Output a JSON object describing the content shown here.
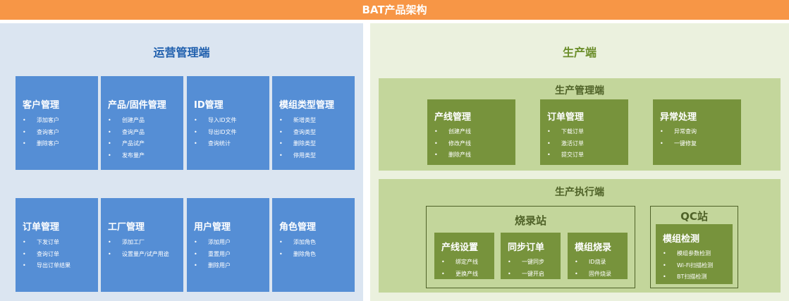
{
  "banner": {
    "title": "BAT产品架构"
  },
  "ops": {
    "title": "运营管理端",
    "cards": [
      {
        "title": "客户管理",
        "items": [
          "添加客户",
          "查询客户",
          "删除客户"
        ]
      },
      {
        "title": "产品/固件管理",
        "items": [
          "创建产品",
          "查询产品",
          "产品试产",
          "发布量产"
        ]
      },
      {
        "title": "ID管理",
        "items": [
          "导入ID文件",
          "导出ID文件",
          "查询统计"
        ]
      },
      {
        "title": "模组类型管理",
        "items": [
          "新增类型",
          "查询类型",
          "删除类型",
          "停用类型"
        ]
      },
      {
        "title": "订单管理",
        "items": [
          "下发订单",
          "查询订单",
          "导出订单结果"
        ]
      },
      {
        "title": "工厂管理",
        "items": [
          "添加工厂",
          "设置量产/试产用途"
        ]
      },
      {
        "title": "用户管理",
        "items": [
          "添加用户",
          "重置用户",
          "删除用户"
        ]
      },
      {
        "title": "角色管理",
        "items": [
          "添加角色",
          "删除角色"
        ]
      }
    ]
  },
  "prod": {
    "title": "生产端",
    "mgmt": {
      "title": "生产管理端",
      "cards": [
        {
          "title": "产线管理",
          "items": [
            "创建产线",
            "修改产线",
            "删除产线"
          ]
        },
        {
          "title": "订单管理",
          "items": [
            "下载订单",
            "激活订单",
            "提交订单"
          ]
        },
        {
          "title": "异常处理",
          "items": [
            "异常查询",
            "一键修复"
          ]
        }
      ]
    },
    "exec": {
      "title": "生产执行端",
      "burn": {
        "title": "烧录站",
        "cards": [
          {
            "title": "产线设置",
            "items": [
              "绑定产线",
              "更换产线"
            ]
          },
          {
            "title": "同步订单",
            "items": [
              "一键同步",
              "一键开启"
            ]
          },
          {
            "title": "模组烧录",
            "items": [
              "ID烧录",
              "固件烧录"
            ]
          }
        ]
      },
      "qc": {
        "title": "QC站",
        "card": {
          "title": "模组检测",
          "items": [
            "模组参数检测",
            "Wi-Fi扫描检测",
            "BT扫描检测"
          ]
        }
      }
    }
  },
  "colors": {
    "banner": "#f79646",
    "ops_panel": "#dbe5f1",
    "ops_card": "#558ed5",
    "prod_panel": "#ebf1de",
    "prod_band": "#c3d69b",
    "prod_card": "#77933c"
  }
}
